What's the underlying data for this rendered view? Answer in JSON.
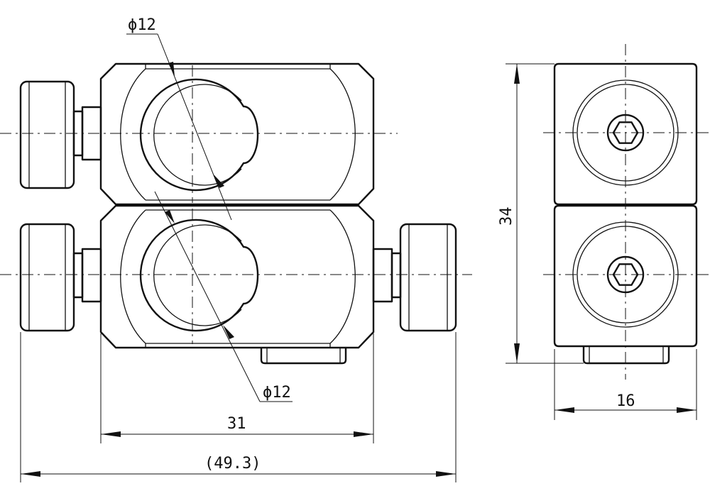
{
  "drawing": {
    "dims": {
      "bore_diameter_top": "ϕ12",
      "bore_diameter_bottom": "ϕ12",
      "body_width": "31",
      "overall_width": "(49.3)",
      "height": "34",
      "side_width": "16"
    }
  }
}
